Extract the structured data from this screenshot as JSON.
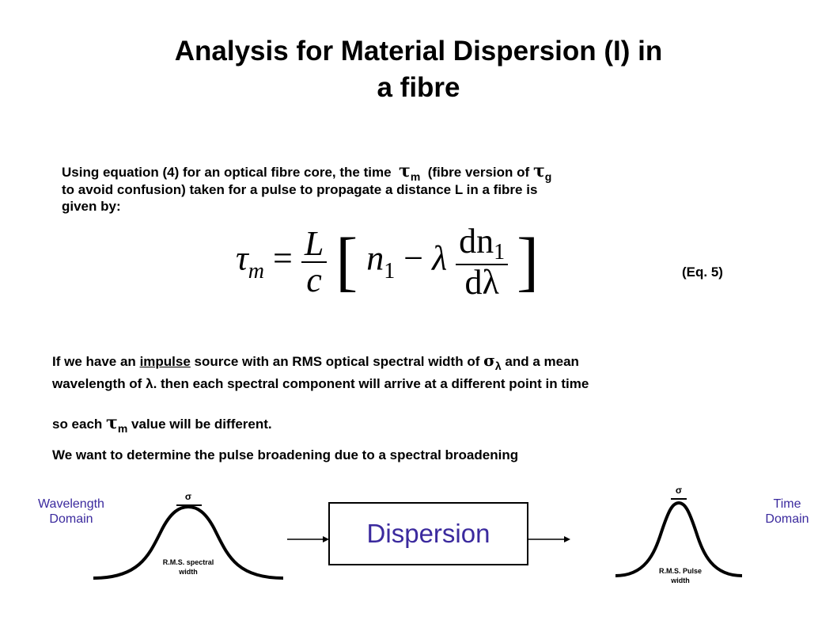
{
  "title": {
    "line1": "Analysis for Material Dispersion (I) in",
    "line2": "a fibre"
  },
  "paragraph1": {
    "part1": "Using equation (4) for an optical fibre core, the time",
    "tau_m": "τ",
    "tau_m_sub": "m",
    "part2": "(fibre version of",
    "tau_g": "τ",
    "tau_g_sub": "g",
    "line2": "to avoid confusion) taken for a pulse to propagate a distance L in a fibre is",
    "line3": "given by:"
  },
  "equation": {
    "lhs": "τ",
    "lhs_sub": "m",
    "equals": "=",
    "frac_num": "L",
    "frac_den": "c",
    "n1": "n",
    "n1_sub": "1",
    "minus": "−",
    "lambda": "λ",
    "deriv_num": "dn",
    "deriv_num_sub": "1",
    "deriv_den": "dλ",
    "label": "(Eq. 5)"
  },
  "paragraph2": {
    "part1": "If we have an",
    "underlined": "impulse",
    "part2": "source with an RMS optical spectral width of",
    "sigma": "σ",
    "sigma_sub": "λ",
    "part3": "and a mean",
    "line2a": "wavelength of",
    "lambda": "λ",
    "line2b": ". then each spectral component will arrive at a different point in time",
    "line3a": "so each",
    "tau": "τ",
    "tau_sub": "m",
    "line3b": "value will be different."
  },
  "paragraph3": "We want to determine the pulse broadening due to a spectral broadening",
  "diagram": {
    "left_domain_line1": "Wavelength",
    "left_domain_line2": "Domain",
    "left_sigma": "σ",
    "left_caption_line1": "R.M.S. spectral",
    "left_caption_line2": "width",
    "box_label": "Dispersion",
    "right_sigma": "σ",
    "right_domain_line1": "Time",
    "right_domain_line2": "Domain",
    "right_caption_line1": "R.M.S. Pulse",
    "right_caption_line2": "width",
    "accent_color": "#3b2a9e"
  }
}
